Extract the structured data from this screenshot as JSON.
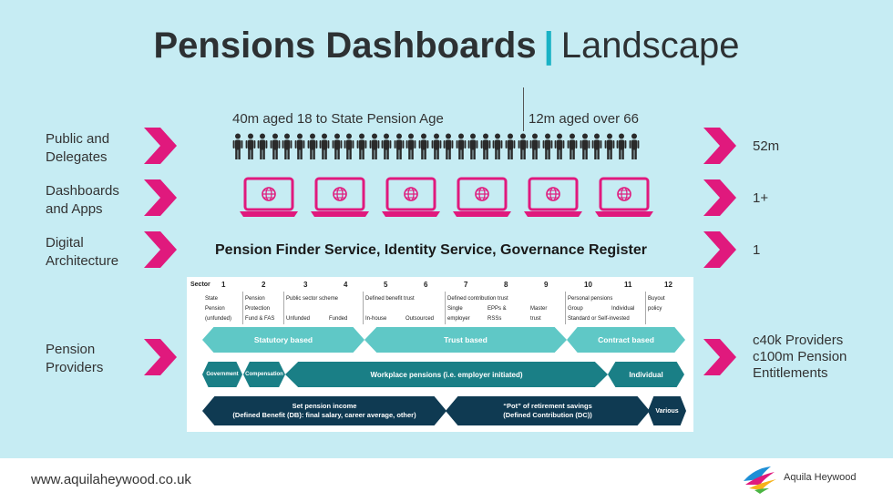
{
  "title": {
    "bold": "Pensions Dashboards",
    "separator": "|",
    "light": "Landscape"
  },
  "rows": [
    {
      "label_line1": "Public and",
      "label_line2": "Delegates",
      "value": "52m"
    },
    {
      "label_line1": "Dashboards",
      "label_line2": "and Apps",
      "value": "1+"
    },
    {
      "label_line1": "Digital",
      "label_line2": "Architecture",
      "value": "1"
    },
    {
      "label_line1": "Pension",
      "label_line2": "Providers",
      "value_lines": [
        "c40k Providers",
        "c100m Pension",
        "Entitlements"
      ]
    }
  ],
  "population": {
    "left_text": "40m aged 18 to State Pension Age",
    "right_text": "12m aged over 66"
  },
  "digital_text": "Pension Finder Service, Identity Service, Governance Register",
  "sector": {
    "label": "Sector",
    "numbers": [
      "1",
      "2",
      "3",
      "4",
      "5",
      "6",
      "7",
      "8",
      "9",
      "10",
      "11",
      "12"
    ],
    "subheads": {
      "s1": [
        "State",
        "Pension",
        "(unfunded)"
      ],
      "s2": [
        "Pension",
        "Protection",
        "Fund & FAS"
      ],
      "s3": "Public sector scheme",
      "s3a": "Unfunded",
      "s4": "Funded",
      "s5": "Defined benefit trust",
      "s5a": "In-house",
      "s6": "Outsourced",
      "s7": "Defined contribution trust",
      "s7a": [
        "Single",
        "employer"
      ],
      "s8": [
        "EPPs &",
        "RSSs"
      ],
      "s9": [
        "Master",
        "trust"
      ],
      "s10": "Personal pensions",
      "s10a": [
        "Group",
        "Standard or Self-invested"
      ],
      "s11": "Individual",
      "s12": [
        "Buyout",
        "policy"
      ]
    },
    "bands": {
      "statutory": "Statutory based",
      "trust": "Trust based",
      "contract": "Contract based",
      "government": "Government",
      "compensation": "Compensation",
      "workplace": "Workplace pensions (i.e. employer initiated)",
      "individual": "Individual",
      "db_line1": "Set pension income",
      "db_line2": "(Defined Benefit (DB): final salary, career average, other)",
      "dc_line1": "“Pot” of retirement savings",
      "dc_line2": "(Defined Contribution (DC))",
      "various": "Various"
    }
  },
  "footer": {
    "url": "www.aquilaheywood.co.uk",
    "brand": "Aquila Heywood"
  },
  "colors": {
    "background": "#c6ecf3",
    "accent_pink": "#e0197d",
    "teal_light": "#5fc8c6",
    "teal_dark": "#1a7f86",
    "navy": "#0f3a52",
    "title_bar": "#19b2c5"
  }
}
